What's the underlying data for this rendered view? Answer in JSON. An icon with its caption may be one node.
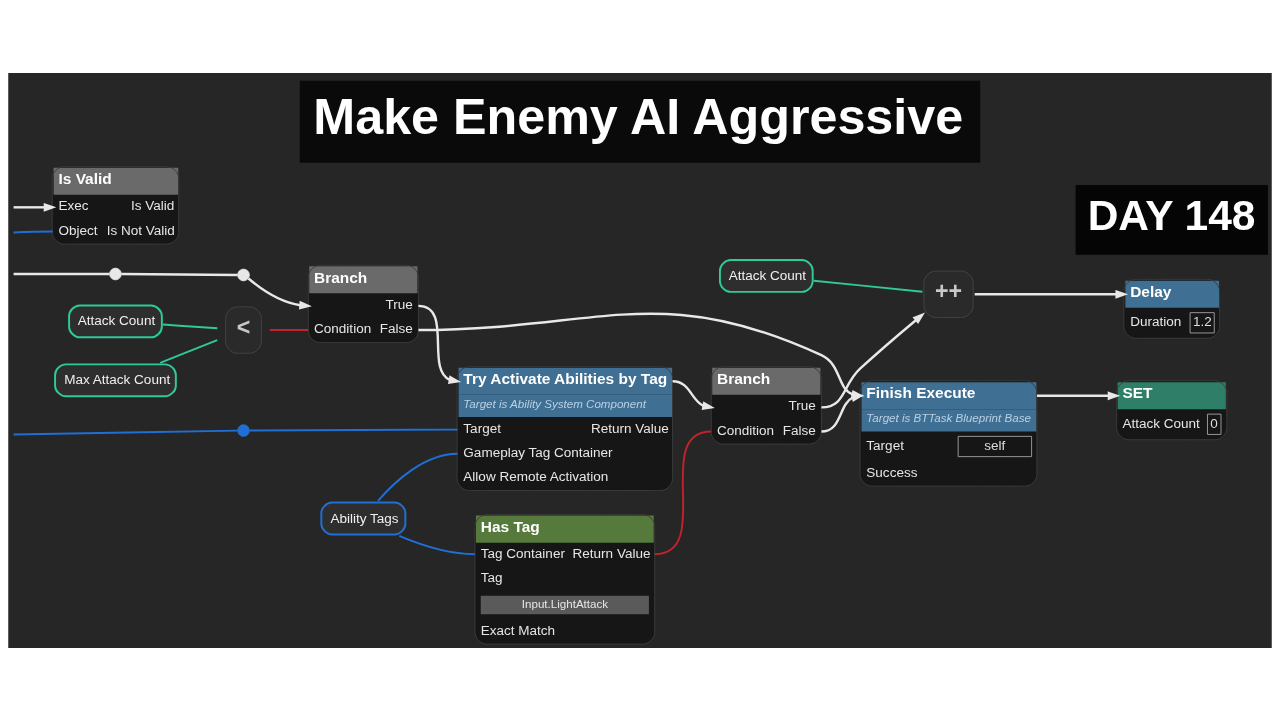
{
  "diagram": {
    "title": "Make Enemy AI Aggressive",
    "nodes": [
      {
        "text": [],
        "shape": "circle"
      },
      {
        "text": [],
        "shape": "circle"
      },
      {
        "text": [
          "Is Valid",
          "Exec",
          "Is Valid",
          "Object",
          "Is Not Valid"
        ]
      },
      {
        "text": [
          "Branch",
          "True",
          "Condition",
          "False"
        ]
      },
      {
        "text": [
          "Try Activate Abilities by Tag",
          "Target is Ability System Component",
          "Target",
          "Return Value",
          "Gameplay Tag Container",
          "Allow Remote Activation"
        ]
      },
      {
        "text": [
          "Branch",
          "True",
          "Condition",
          "False"
        ]
      },
      {
        "text": [
          "++"
        ]
      },
      {
        "text": [
          "Delay",
          "Duration",
          "1.2"
        ]
      },
      {
        "text": [],
        "shape": "circle"
      },
      {
        "text": [
          "Attack Count"
        ]
      },
      {
        "text": [
          "Max Attack Count"
        ]
      },
      {
        "text": [
          "<"
        ]
      },
      {
        "text": [
          "Ability Tags"
        ]
      },
      {
        "text": [
          "Has Tag",
          "Tag Container",
          "Return Value",
          "Tag",
          "Input.LightAttack",
          "Exact Match"
        ]
      },
      {
        "text": [
          "Attack Count"
        ]
      },
      {
        "text": [
          "Finish Execute",
          "Target is BTTask Blueprint Base",
          "Target",
          "self",
          "Success"
        ]
      },
      {
        "text": [
          "SET",
          "Attack Count",
          "0"
        ]
      }
    ],
    "edges": [
      {
        "from": null,
        "to": 1,
        "arrow": "none"
      },
      {
        "from": 1,
        "to": 0,
        "arrow": "none"
      },
      {
        "from": 0,
        "to": 3,
        "arrow": "to"
      },
      {
        "from": null,
        "to": 2,
        "arrow": "none",
        "color": "#1f6fd6"
      },
      {
        "from": null,
        "to": 2,
        "arrow": "to"
      },
      {
        "from": null,
        "to": 8,
        "arrow": "none",
        "color": "#1f6fd6"
      },
      {
        "from": 8,
        "to": 4,
        "arrow": "none",
        "color": "#1f6fd6"
      },
      {
        "from": 3,
        "to": 4,
        "arrow": "to"
      },
      {
        "from": 4,
        "to": 5,
        "arrow": "to"
      },
      {
        "from": 5,
        "to": 6,
        "arrow": "to"
      },
      {
        "from": 6,
        "to": 7,
        "arrow": "to"
      },
      {
        "from": 3,
        "to": 15,
        "arrow": "to"
      },
      {
        "from": 5,
        "to": 15,
        "arrow": "to"
      },
      {
        "from": 15,
        "to": 16,
        "arrow": "to"
      },
      {
        "from": 11,
        "to": 3,
        "arrow": "none",
        "color": "#c0242a"
      },
      {
        "from": 9,
        "to": 11,
        "arrow": "none",
        "color": "#2fc99a"
      },
      {
        "from": 10,
        "to": 11,
        "arrow": "none",
        "color": "#2fc99a"
      },
      {
        "from": 12,
        "to": 13,
        "arrow": "none",
        "color": "#1f6fd6"
      },
      {
        "from": 12,
        "to": 4,
        "arrow": "none",
        "color": "#1f6fd6"
      },
      {
        "from": 13,
        "to": 5,
        "arrow": "none",
        "color": "#c0242a"
      },
      {
        "from": 14,
        "to": 6,
        "arrow": "none",
        "color": "#2fc99a"
      }
    ],
    "labels": [
      "DAY 148"
    ]
  }
}
